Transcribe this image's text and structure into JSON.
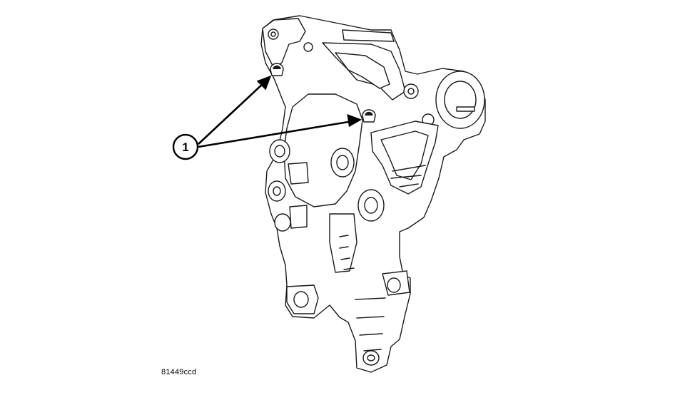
{
  "figure": {
    "id": "81449ccd",
    "callouts": [
      {
        "number": "1",
        "points_to": "dowel-upper"
      },
      {
        "number": "1",
        "points_to": "dowel-middle"
      }
    ]
  }
}
